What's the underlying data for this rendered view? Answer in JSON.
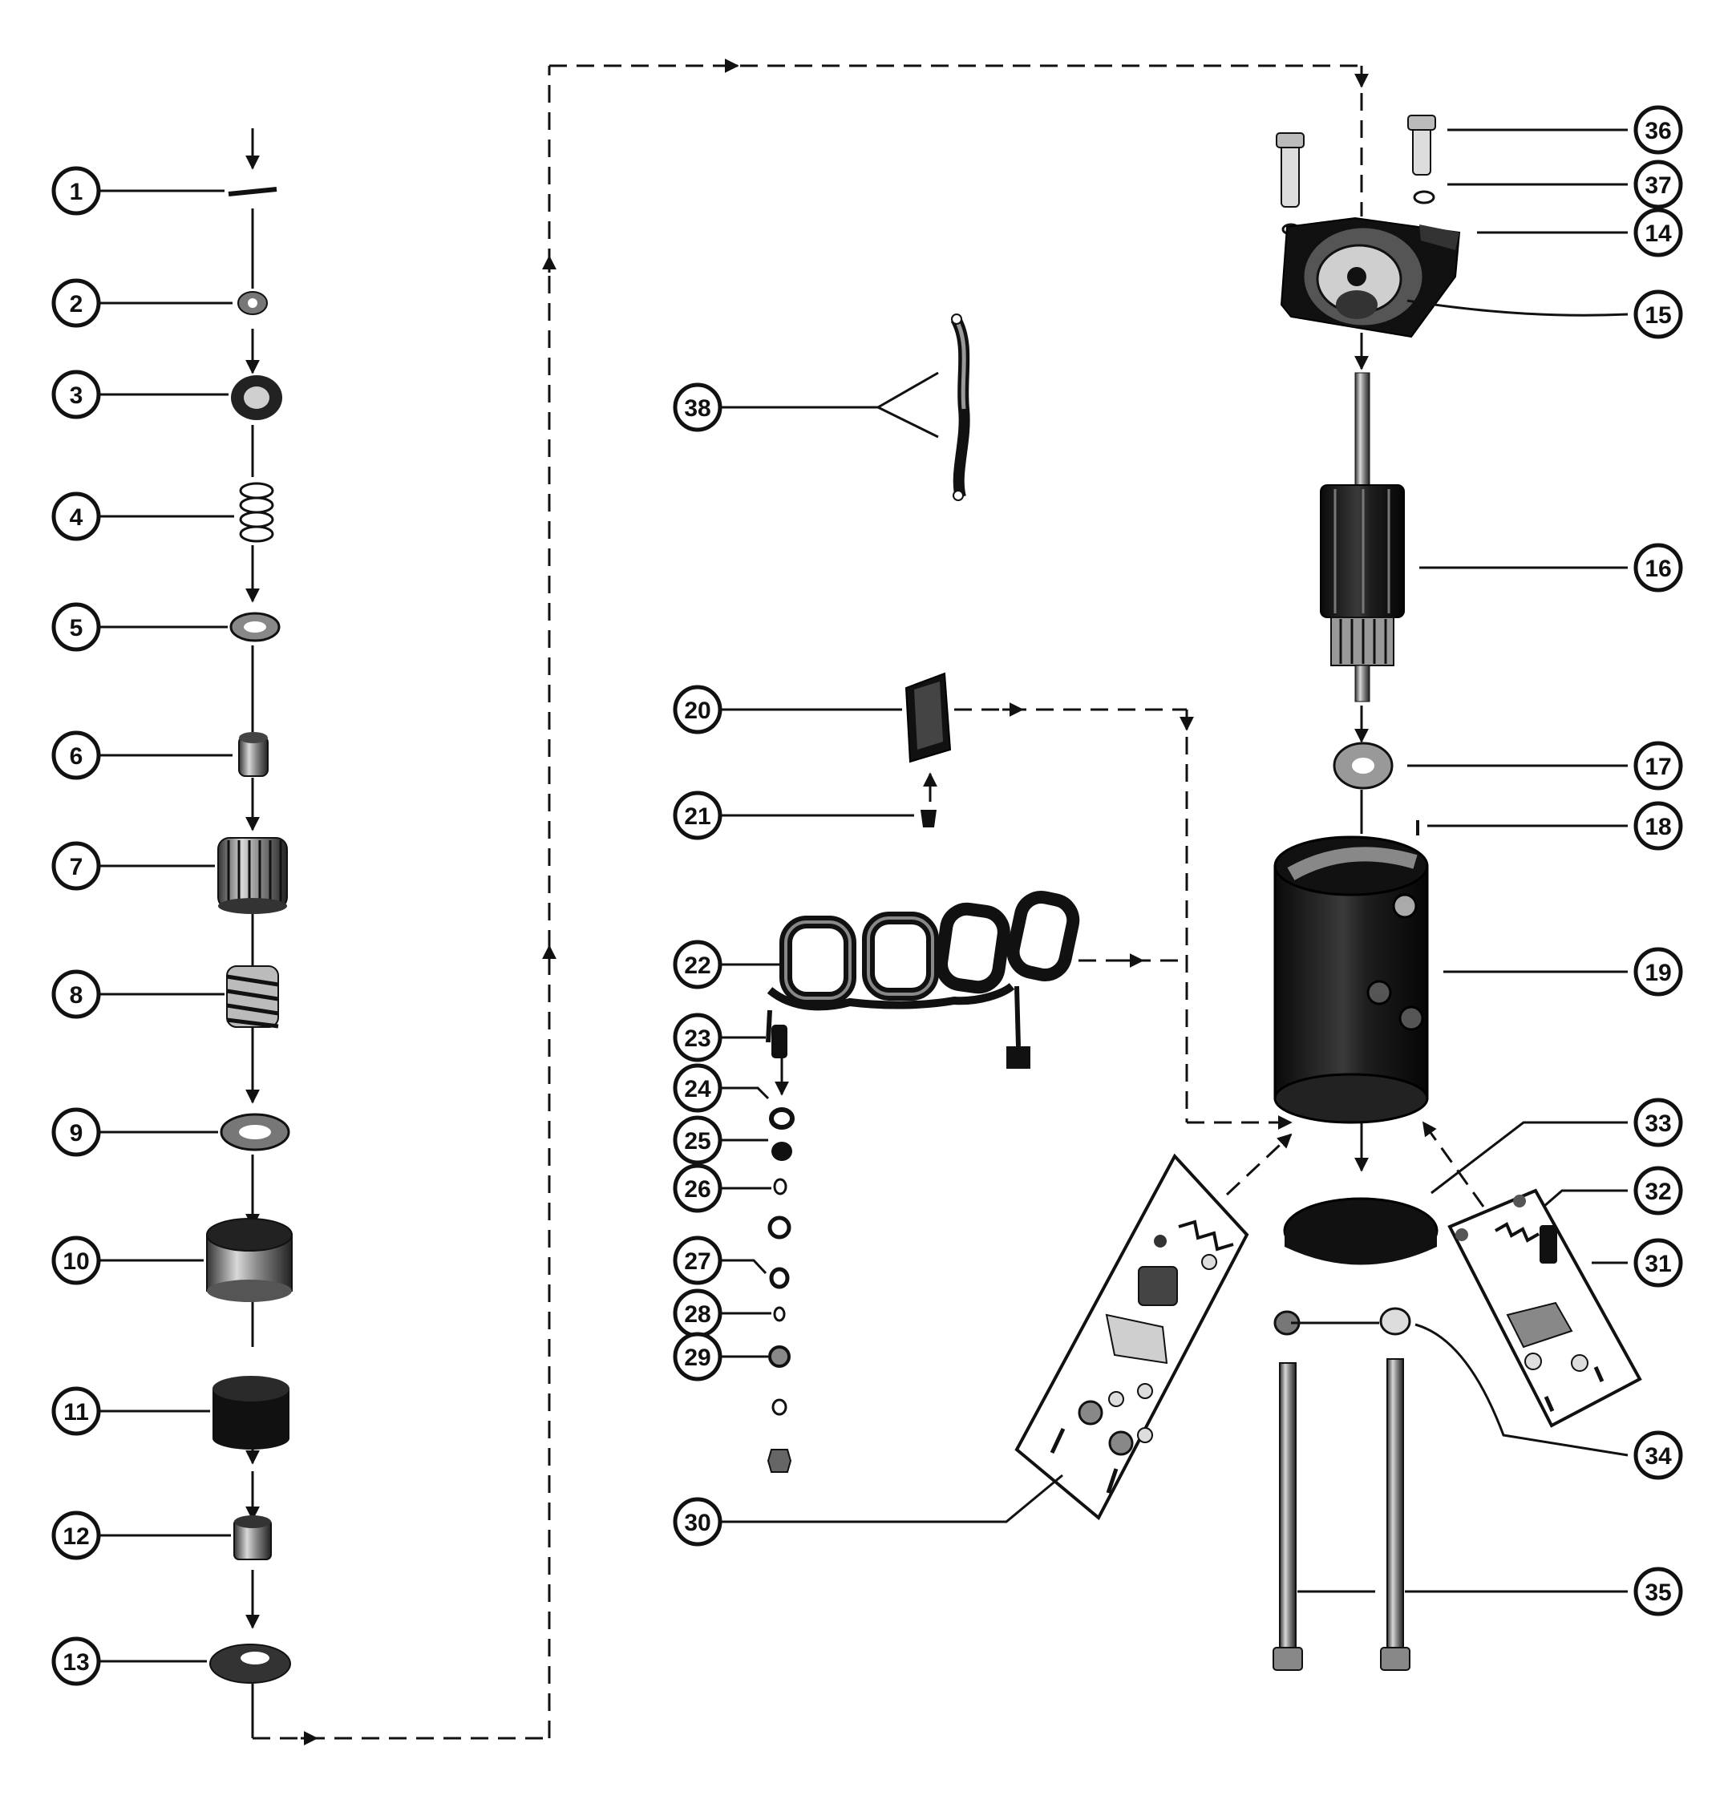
{
  "diagram": {
    "type": "exploded-parts-view",
    "callouts": [
      "1",
      "2",
      "3",
      "4",
      "5",
      "6",
      "7",
      "8",
      "9",
      "10",
      "11",
      "12",
      "13",
      "14",
      "15",
      "16",
      "17",
      "18",
      "19",
      "20",
      "21",
      "22",
      "23",
      "24",
      "25",
      "26",
      "27",
      "28",
      "29",
      "30",
      "31",
      "32",
      "33",
      "34",
      "35",
      "36",
      "37",
      "38"
    ]
  }
}
